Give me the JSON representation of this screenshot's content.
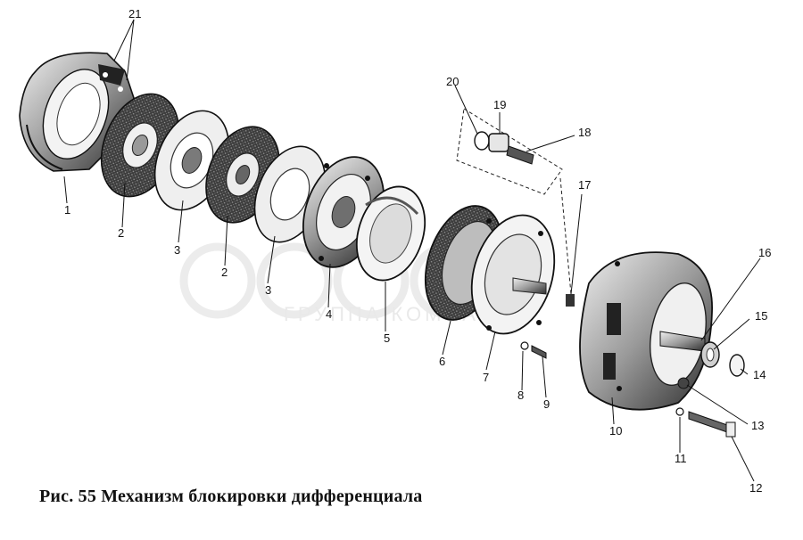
{
  "caption": {
    "figure_number": "Рис. 55",
    "title": "Механизм блокировки дифференциала"
  },
  "watermark": {
    "subtitle": "ГРУППА КОМПАНИЙ"
  },
  "callouts": [
    "21",
    "1",
    "2",
    "3",
    "2",
    "3",
    "4",
    "5",
    "20",
    "19",
    "18",
    "17",
    "6",
    "7",
    "8",
    "9",
    "16",
    "15",
    "14",
    "10",
    "13",
    "11",
    "12"
  ],
  "colors": {
    "ink": "#111111",
    "metal_dark": "#3a3a3a",
    "metal_mid": "#8a8a8a",
    "metal_light": "#d6d6d6",
    "watermark": "#d8d8d8"
  }
}
